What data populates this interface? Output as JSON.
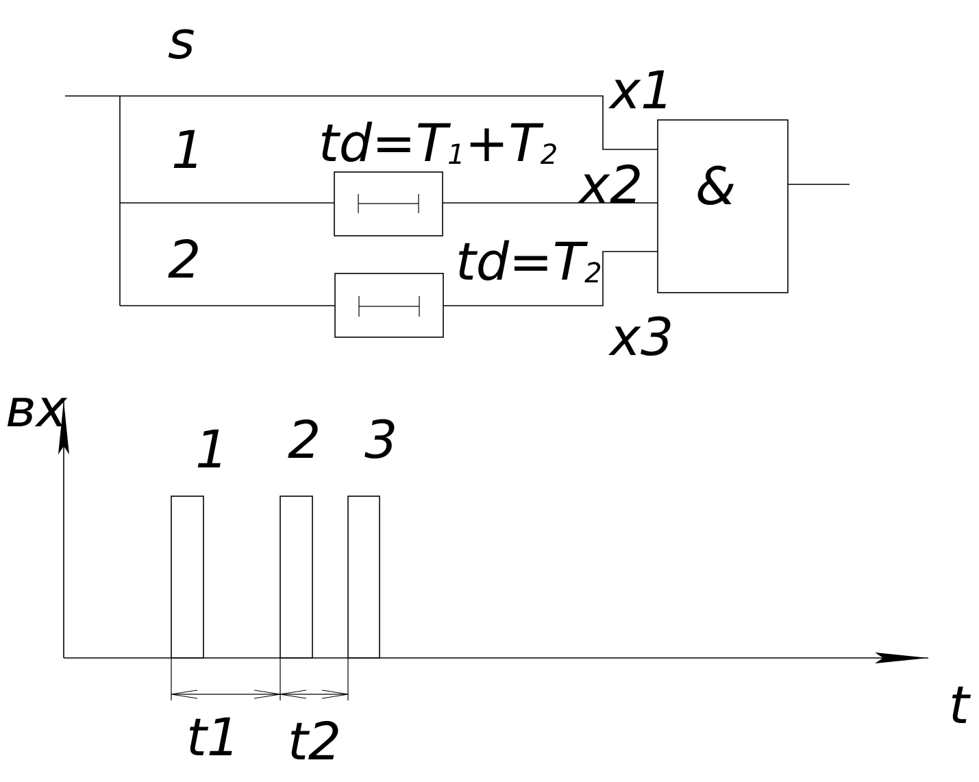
{
  "circuit": {
    "input_label": "s",
    "branch1_label": "1",
    "branch2_label": "2",
    "input_x1": "x1",
    "input_x2": "x2",
    "input_x3": "x3",
    "gate_symbol": "&",
    "delay1": {
      "prefix": "td=T",
      "sub1": "1",
      "plus": "+T",
      "sub2": "2"
    },
    "delay2": {
      "prefix": "td=T",
      "sub": "2"
    }
  },
  "timing": {
    "y_axis_label": "вх",
    "x_axis_label": "t",
    "pulse_labels": [
      "1",
      "2",
      "3"
    ],
    "interval_labels": [
      "t1",
      "t2"
    ]
  },
  "colors": {
    "line": "#000000",
    "background": "#ffffff"
  }
}
